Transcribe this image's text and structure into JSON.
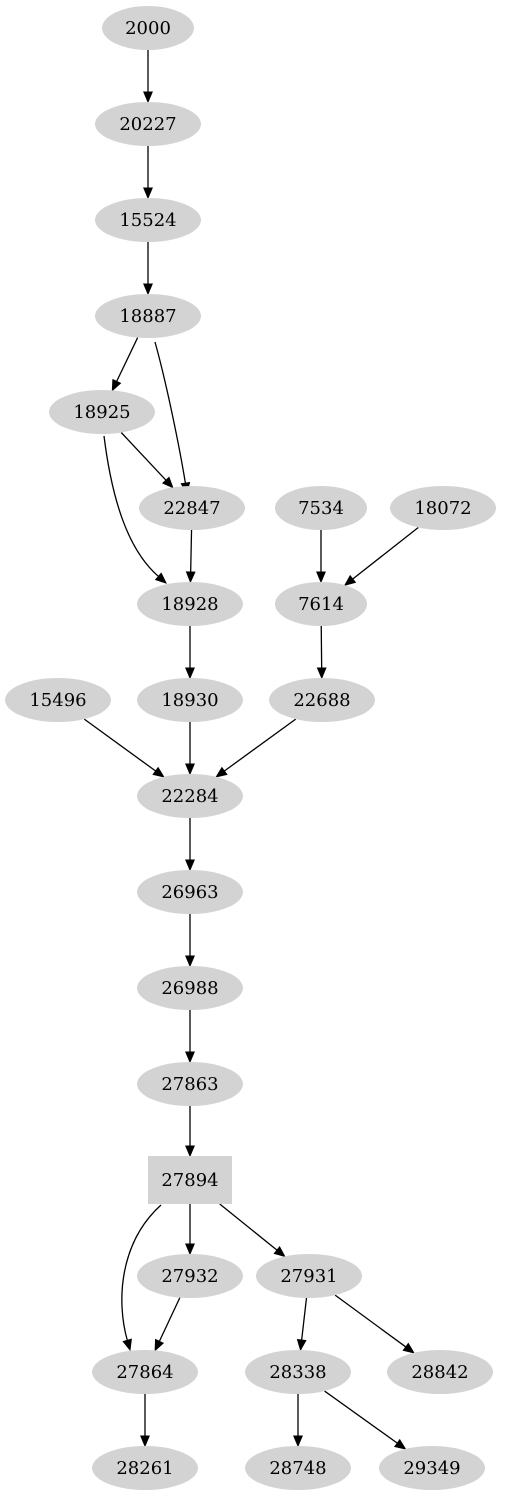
{
  "graph": {
    "colors": {
      "node_fill": "#d3d3d3",
      "edge": "#000000",
      "background": "#ffffff"
    },
    "nodes": [
      {
        "id": "n2000",
        "label": "2000",
        "shape": "ellipse"
      },
      {
        "id": "n20227",
        "label": "20227",
        "shape": "ellipse"
      },
      {
        "id": "n15524",
        "label": "15524",
        "shape": "ellipse"
      },
      {
        "id": "n18887",
        "label": "18887",
        "shape": "ellipse"
      },
      {
        "id": "n18925",
        "label": "18925",
        "shape": "ellipse"
      },
      {
        "id": "n22847",
        "label": "22847",
        "shape": "ellipse"
      },
      {
        "id": "n7534",
        "label": "7534",
        "shape": "ellipse"
      },
      {
        "id": "n18072",
        "label": "18072",
        "shape": "ellipse"
      },
      {
        "id": "n18928",
        "label": "18928",
        "shape": "ellipse"
      },
      {
        "id": "n7614",
        "label": "7614",
        "shape": "ellipse"
      },
      {
        "id": "n15496",
        "label": "15496",
        "shape": "ellipse"
      },
      {
        "id": "n18930",
        "label": "18930",
        "shape": "ellipse"
      },
      {
        "id": "n22688",
        "label": "22688",
        "shape": "ellipse"
      },
      {
        "id": "n22284",
        "label": "22284",
        "shape": "ellipse"
      },
      {
        "id": "n26963",
        "label": "26963",
        "shape": "ellipse"
      },
      {
        "id": "n26988",
        "label": "26988",
        "shape": "ellipse"
      },
      {
        "id": "n27863",
        "label": "27863",
        "shape": "ellipse"
      },
      {
        "id": "n27894",
        "label": "27894",
        "shape": "box"
      },
      {
        "id": "n27932",
        "label": "27932",
        "shape": "ellipse"
      },
      {
        "id": "n27931",
        "label": "27931",
        "shape": "ellipse"
      },
      {
        "id": "n27864",
        "label": "27864",
        "shape": "ellipse"
      },
      {
        "id": "n28338",
        "label": "28338",
        "shape": "ellipse"
      },
      {
        "id": "n28842",
        "label": "28842",
        "shape": "ellipse"
      },
      {
        "id": "n28261",
        "label": "28261",
        "shape": "ellipse"
      },
      {
        "id": "n28748",
        "label": "28748",
        "shape": "ellipse"
      },
      {
        "id": "n29349",
        "label": "29349",
        "shape": "ellipse"
      }
    ],
    "edges": [
      {
        "from": "n2000",
        "to": "n20227"
      },
      {
        "from": "n20227",
        "to": "n15524"
      },
      {
        "from": "n15524",
        "to": "n18887"
      },
      {
        "from": "n18887",
        "to": "n18925"
      },
      {
        "from": "n18887",
        "to": "n22847"
      },
      {
        "from": "n18925",
        "to": "n22847"
      },
      {
        "from": "n18925",
        "to": "n18928"
      },
      {
        "from": "n22847",
        "to": "n18928"
      },
      {
        "from": "n7534",
        "to": "n7614"
      },
      {
        "from": "n18072",
        "to": "n7614"
      },
      {
        "from": "n18928",
        "to": "n18930"
      },
      {
        "from": "n7614",
        "to": "n22688"
      },
      {
        "from": "n15496",
        "to": "n22284"
      },
      {
        "from": "n18930",
        "to": "n22284"
      },
      {
        "from": "n22688",
        "to": "n22284"
      },
      {
        "from": "n22284",
        "to": "n26963"
      },
      {
        "from": "n26963",
        "to": "n26988"
      },
      {
        "from": "n26988",
        "to": "n27863"
      },
      {
        "from": "n27863",
        "to": "n27894"
      },
      {
        "from": "n27894",
        "to": "n27864"
      },
      {
        "from": "n27894",
        "to": "n27932"
      },
      {
        "from": "n27894",
        "to": "n27931"
      },
      {
        "from": "n27932",
        "to": "n27864"
      },
      {
        "from": "n27931",
        "to": "n28338"
      },
      {
        "from": "n27931",
        "to": "n28842"
      },
      {
        "from": "n27864",
        "to": "n28261"
      },
      {
        "from": "n28338",
        "to": "n28748"
      },
      {
        "from": "n28338",
        "to": "n29349"
      }
    ]
  }
}
